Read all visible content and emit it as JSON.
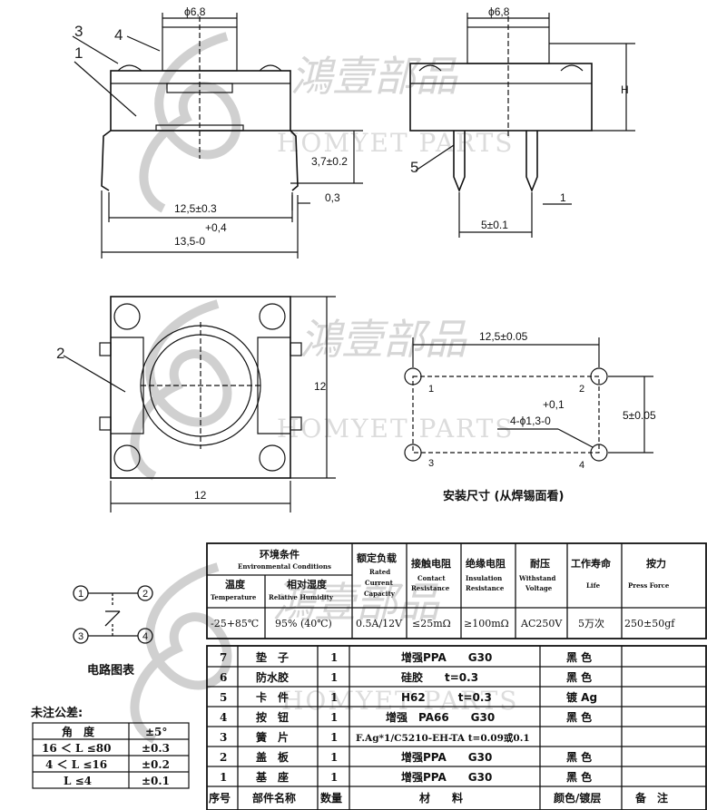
{
  "watermark": {
    "cn": "鴻壹部品",
    "en": "HOMYET PARTS"
  },
  "side_view": {
    "callouts": [
      "3",
      "4",
      "1"
    ],
    "dims": [
      "ϕ6,8",
      "3,7±0.2",
      "0,3",
      "12,5±0.3",
      "+0,4",
      "13,5-0"
    ]
  },
  "front_view": {
    "callout": "5",
    "dims": [
      "ϕ6,8",
      "H",
      "1",
      "5±0.1"
    ]
  },
  "top_view": {
    "callout": "2",
    "dims": [
      "12",
      "12"
    ]
  },
  "footprint": {
    "dims": [
      "12,5±0.05",
      "5±0.05",
      "+0,1",
      "4-ϕ1,3-0"
    ],
    "pins": [
      "1",
      "2",
      "3",
      "4"
    ],
    "caption": "安装尺寸 (从焊锡面看)"
  },
  "circuit": {
    "nodes": [
      "1",
      "2",
      "3",
      "4"
    ],
    "caption": "电路图表"
  },
  "tolerance": {
    "title": "未注公差:",
    "header": [
      "角　度",
      "±5°"
    ],
    "rows": [
      [
        "16 ＜ L ≤80",
        "±0.3"
      ],
      [
        "4 ＜ L ≤16",
        "±0.2"
      ],
      [
        "L ≤4",
        "±0.1"
      ]
    ]
  },
  "specs": {
    "env_cn": "环境条件",
    "env_en": "Environmental Conditions",
    "temp_cn": "温度",
    "temp_en": "Temperature",
    "hum_cn": "相对湿度",
    "hum_en": "Relative Humidity",
    "cols": [
      {
        "cn": "额定负载",
        "en": [
          "Rated",
          "Current",
          "Capacity"
        ]
      },
      {
        "cn": "接触电阻",
        "en": [
          "Contact",
          "Resistance"
        ]
      },
      {
        "cn": "绝缘电阻",
        "en": [
          "Insulation",
          "Resistance"
        ]
      },
      {
        "cn": "耐压",
        "en": [
          "Withstand",
          "Voltage"
        ]
      },
      {
        "cn": "工作寿命",
        "en": [
          "Life"
        ]
      },
      {
        "cn": "按力",
        "en": [
          "Press Force"
        ]
      }
    ],
    "values": [
      "-25+85℃",
      "95% (40℃)",
      "0.5A/12V",
      "≤25mΩ",
      "≥100mΩ",
      "AC250V",
      "5万次",
      "250±50gf"
    ]
  },
  "bom": {
    "rows": [
      [
        "7",
        "垫　子",
        "1",
        "增强PPA　　G30",
        "黑 色",
        ""
      ],
      [
        "6",
        "防水胶",
        "1",
        "硅胶　　t=0.3",
        "黑 色",
        ""
      ],
      [
        "5",
        "卡　件",
        "1",
        "H62　　　t=0.3",
        "镀 Ag",
        ""
      ],
      [
        "4",
        "按　钮",
        "1",
        "增强　PA66　　G30",
        "黑 色",
        ""
      ],
      [
        "3",
        "簧　片",
        "1",
        "F.Ag*1/C5210-EH-TA t=0.09或0.1",
        "",
        ""
      ],
      [
        "2",
        "盖　板",
        "1",
        "增强PPA　　G30",
        "黑 色",
        ""
      ],
      [
        "1",
        "基　座",
        "1",
        "增强PPA　　G30",
        "黑 色",
        ""
      ]
    ],
    "header": [
      "序号",
      "部件名称",
      "数量",
      "材　　料",
      "颜色/镀层",
      "备　注"
    ]
  }
}
